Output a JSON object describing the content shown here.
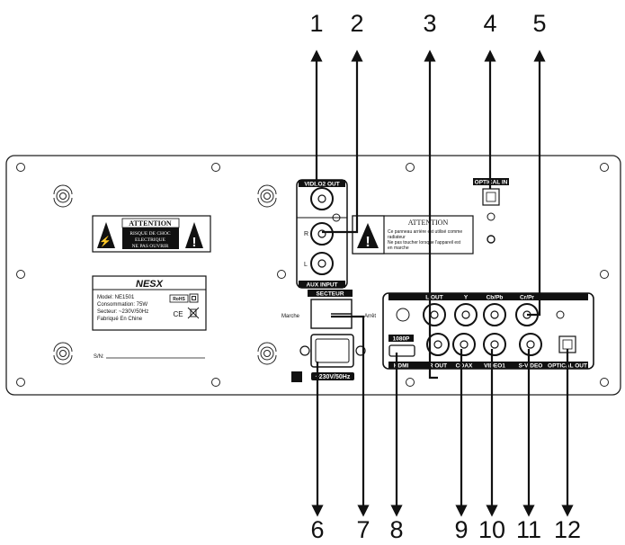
{
  "callouts": [
    "1",
    "2",
    "3",
    "4",
    "5",
    "6",
    "7",
    "8",
    "9",
    "10",
    "11",
    "12"
  ],
  "warning_left": {
    "title": "ATTENTION",
    "line1": "RISQUE DE CHOC",
    "line2": "ELECTRIQUE",
    "line3": "NE PAS OUVRIR"
  },
  "nameplate": {
    "brand": "NESX",
    "model": "Model: NE1501",
    "consumption": "Consommation: 75W",
    "mains": "Secteur: ~230V/50Hz",
    "origin": "Fabriqué En Chine",
    "rohs": "RoHS",
    "ce": "CE"
  },
  "serial_label": "S/N:",
  "video2_label": "VIDEO2 OUT",
  "aux_label": "AUX INPUT",
  "aux_r": "R",
  "aux_l": "L",
  "warning_right": {
    "title": "ATTENTION",
    "line1": "Ce panneau arrière est utilisé comme",
    "line2": "radiateur",
    "line3": "Ne pas toucher lorsque l'appareil est",
    "line4": "en marche"
  },
  "optical_in_label": "OPTICAL IN",
  "secteur_label": "SECTEUR",
  "marche_label": "Marche",
  "arret_label": "Arrêt",
  "mains_label": "~230V/50Hz",
  "output_panel": {
    "l_out": "L OUT",
    "y": "Y",
    "cbpb": "Cb/Pb",
    "crpr": "Cr/Pr",
    "p1080": "1080P",
    "hdmi": "HDMI",
    "r_out": "R OUT",
    "coax": "COAX",
    "video1": "VIDEO1",
    "svideo": "S-VIDEO",
    "optical_out": "OPTICAL OUT"
  }
}
